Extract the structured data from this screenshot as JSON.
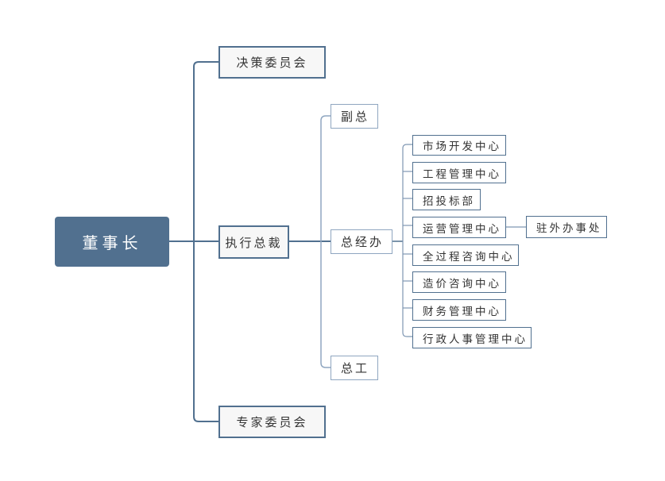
{
  "root": {
    "label": "董事长"
  },
  "level1": {
    "decision": "决策委员会",
    "executive": "执行总裁",
    "experts": "专家委员会"
  },
  "level2": {
    "vice": "副总",
    "gm_office": "总经办",
    "chief_engineer": "总工"
  },
  "departments": [
    "市场开发中心",
    "工程管理中心",
    "招投标部",
    "运营管理中心",
    "全过程咨询中心",
    "造价咨询中心",
    "财务管理中心",
    "行政人事管理中心"
  ],
  "sub": {
    "field_office": "驻外办事处"
  },
  "colors": {
    "primary": "#51708f",
    "light_line": "#8fa6c0"
  }
}
